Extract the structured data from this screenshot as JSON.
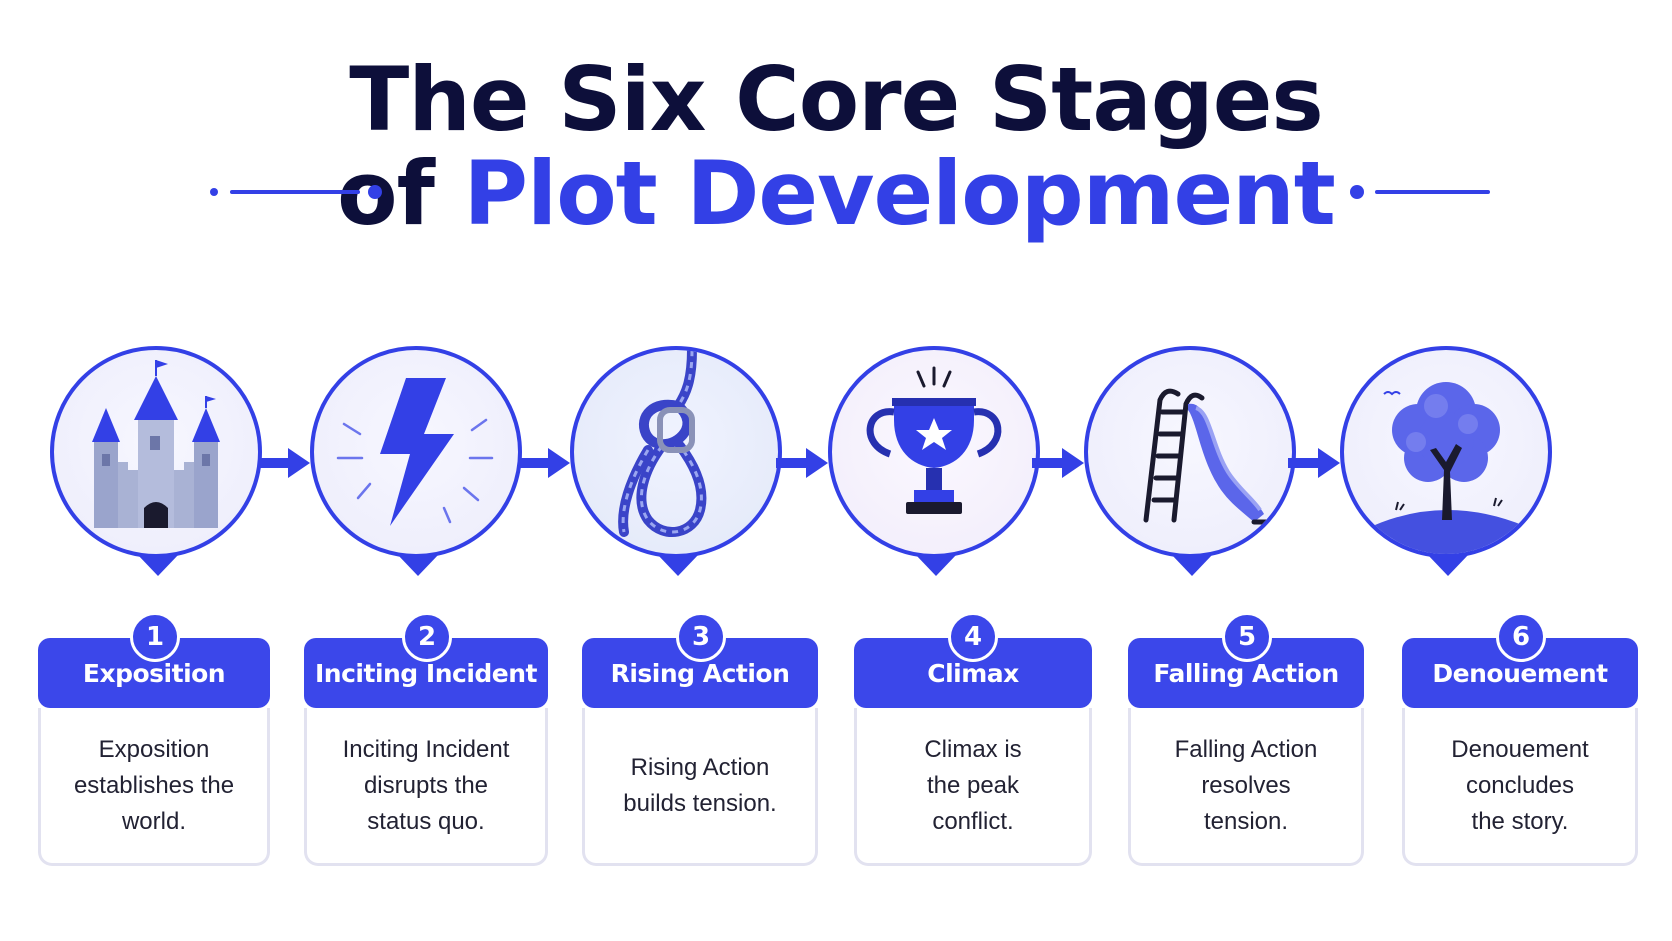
{
  "title": {
    "line1": "The Six Core Stages",
    "line2_prefix": "of",
    "line2_accent": "Plot Development"
  },
  "colors": {
    "accent": "#3340e6",
    "title_dark": "#0d0f3a",
    "label_bg": "#3b47ea",
    "desc_border": "#e2e2f0"
  },
  "stages": [
    {
      "number": "1",
      "label": "Exposition",
      "desc_lines": [
        "Exposition",
        "establishes the",
        "world."
      ],
      "icon": "castle-icon"
    },
    {
      "number": "2",
      "label": "Inciting Incident",
      "desc_lines": [
        "Inciting Incident",
        "disrupts the",
        "status quo."
      ],
      "icon": "lightning-icon"
    },
    {
      "number": "3",
      "label": "Rising Action",
      "desc_lines": [
        "Rising Action",
        "builds tension."
      ],
      "icon": "rope-knot-icon"
    },
    {
      "number": "4",
      "label": "Climax",
      "desc_lines": [
        "Climax is",
        "the peak",
        "conflict."
      ],
      "icon": "trophy-icon"
    },
    {
      "number": "5",
      "label": "Falling Action",
      "desc_lines": [
        "Falling Action",
        "resolves",
        "tension."
      ],
      "icon": "slide-icon"
    },
    {
      "number": "6",
      "label": "Denouement",
      "desc_lines": [
        "Denouement",
        "concludes",
        "the story."
      ],
      "icon": "tree-icon"
    }
  ]
}
